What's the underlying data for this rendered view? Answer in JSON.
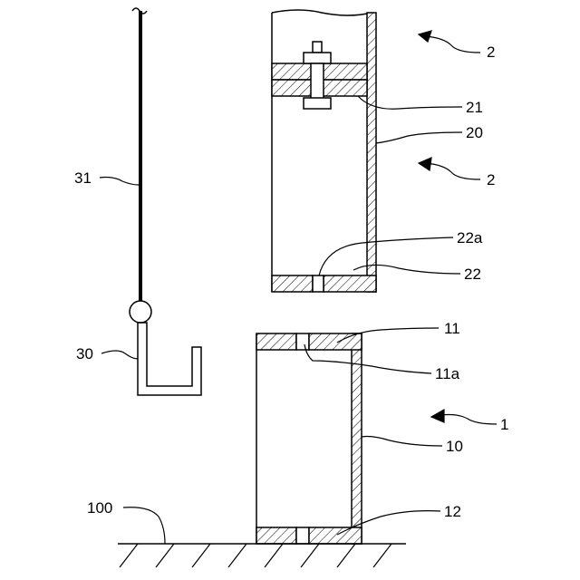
{
  "labels": {
    "upper_unit_ref_top": "2",
    "upper_unit_ref_mid": "2",
    "upper_top_plate": "21",
    "upper_wall": "20",
    "upper_bottom_hole": "22a",
    "upper_bottom_plate": "22",
    "lower_top_plate": "11",
    "lower_top_hole": "11a",
    "lower_unit_ref": "1",
    "lower_wall": "10",
    "lower_bottom_plate": "12",
    "ground": "100",
    "hook": "30",
    "wire": "31"
  }
}
